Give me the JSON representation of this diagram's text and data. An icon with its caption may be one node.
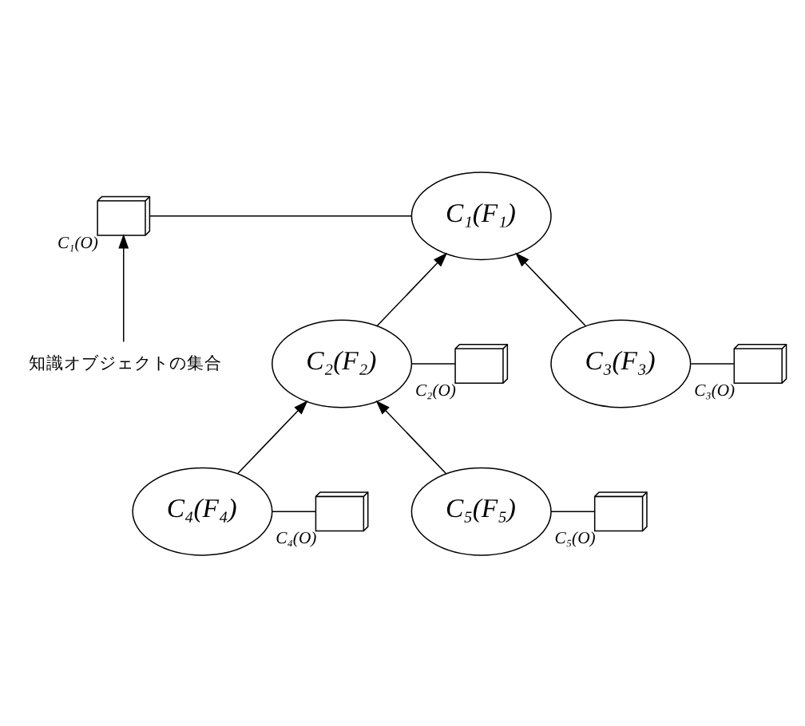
{
  "diagram": {
    "nodes": [
      {
        "text": [
          "知識オブジェクトの集合"
        ]
      },
      {
        "text": [
          "C₁(F₁)"
        ]
      },
      {
        "text": [],
        "shape": "box",
        "beside": [
          "C₁(O)"
        ]
      },
      {
        "text": [
          "C₂(F₂)"
        ]
      },
      {
        "text": [],
        "shape": "box",
        "beside": [
          "C₂(O)"
        ]
      },
      {
        "text": [
          "C₃(F₃)"
        ]
      },
      {
        "text": [],
        "shape": "box",
        "beside": [
          "C₃(O)"
        ]
      },
      {
        "text": [
          "C₄(F₄)"
        ]
      },
      {
        "text": [],
        "shape": "box",
        "beside": [
          "C₄(O)"
        ]
      },
      {
        "text": [
          "C₅(F₅)"
        ]
      },
      {
        "text": [],
        "shape": "box",
        "beside": [
          "C₅(O)"
        ]
      }
    ],
    "edges": [
      {
        "from": 0,
        "to": 2,
        "arrow": "to"
      },
      {
        "from": 1,
        "to": 2,
        "arrow": "none"
      },
      {
        "from": 3,
        "to": 1,
        "arrow": "to"
      },
      {
        "from": 3,
        "to": 4,
        "arrow": "none"
      },
      {
        "from": 5,
        "to": 1,
        "arrow": "to"
      },
      {
        "from": 5,
        "to": 6,
        "arrow": "none"
      },
      {
        "from": 7,
        "to": 3,
        "arrow": "to"
      },
      {
        "from": 7,
        "to": 8,
        "arrow": "none"
      },
      {
        "from": 9,
        "to": 3,
        "arrow": "to"
      },
      {
        "from": 9,
        "to": 10,
        "arrow": "none"
      }
    ]
  }
}
